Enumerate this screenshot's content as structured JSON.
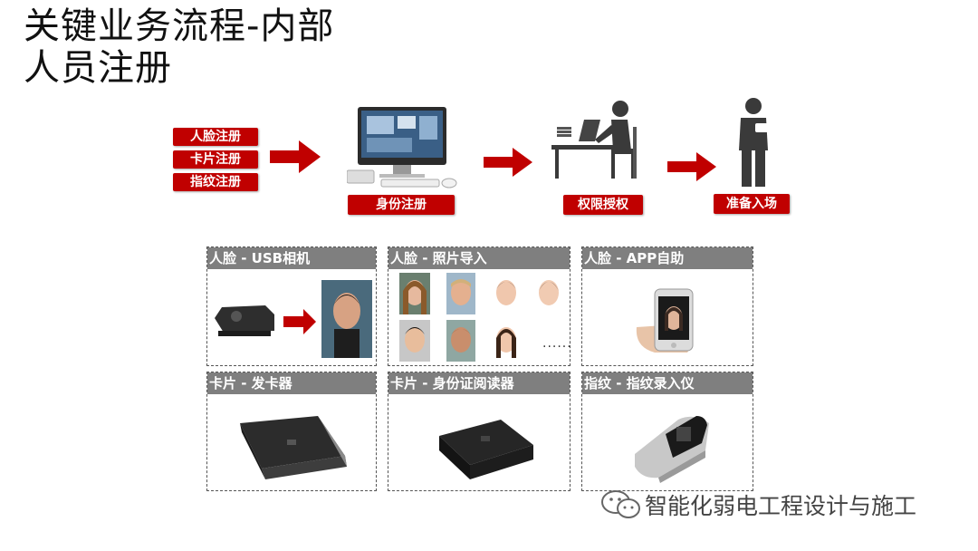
{
  "title": {
    "line1": "关键业务流程-内部",
    "line2": "人员注册"
  },
  "registration_types": [
    "人脸注册",
    "卡片注册",
    "指纹注册"
  ],
  "stages": [
    "身份注册",
    "权限授权",
    "准备入场"
  ],
  "panels": [
    {
      "title": "人脸 - USB相机"
    },
    {
      "title": "人脸 - 照片导入"
    },
    {
      "title": "人脸 - APP自助"
    },
    {
      "title": "卡片 - 发卡器"
    },
    {
      "title": "卡片 - 身份证阅读器"
    },
    {
      "title": "指纹 - 指纹录入仪"
    }
  ],
  "photo_more": "......",
  "watermark": "智能化弱电工程设计与施工",
  "colors": {
    "accent": "#c00000",
    "panel_header": "#7f7f7f"
  },
  "icons": [
    "computer-icon",
    "person-at-desk-icon",
    "standing-person-icon",
    "usb-camera-icon",
    "face-photo-icon",
    "smartphone-icon",
    "card-issuer-icon",
    "id-card-reader-icon",
    "fingerprint-scanner-icon",
    "wechat-icon"
  ]
}
